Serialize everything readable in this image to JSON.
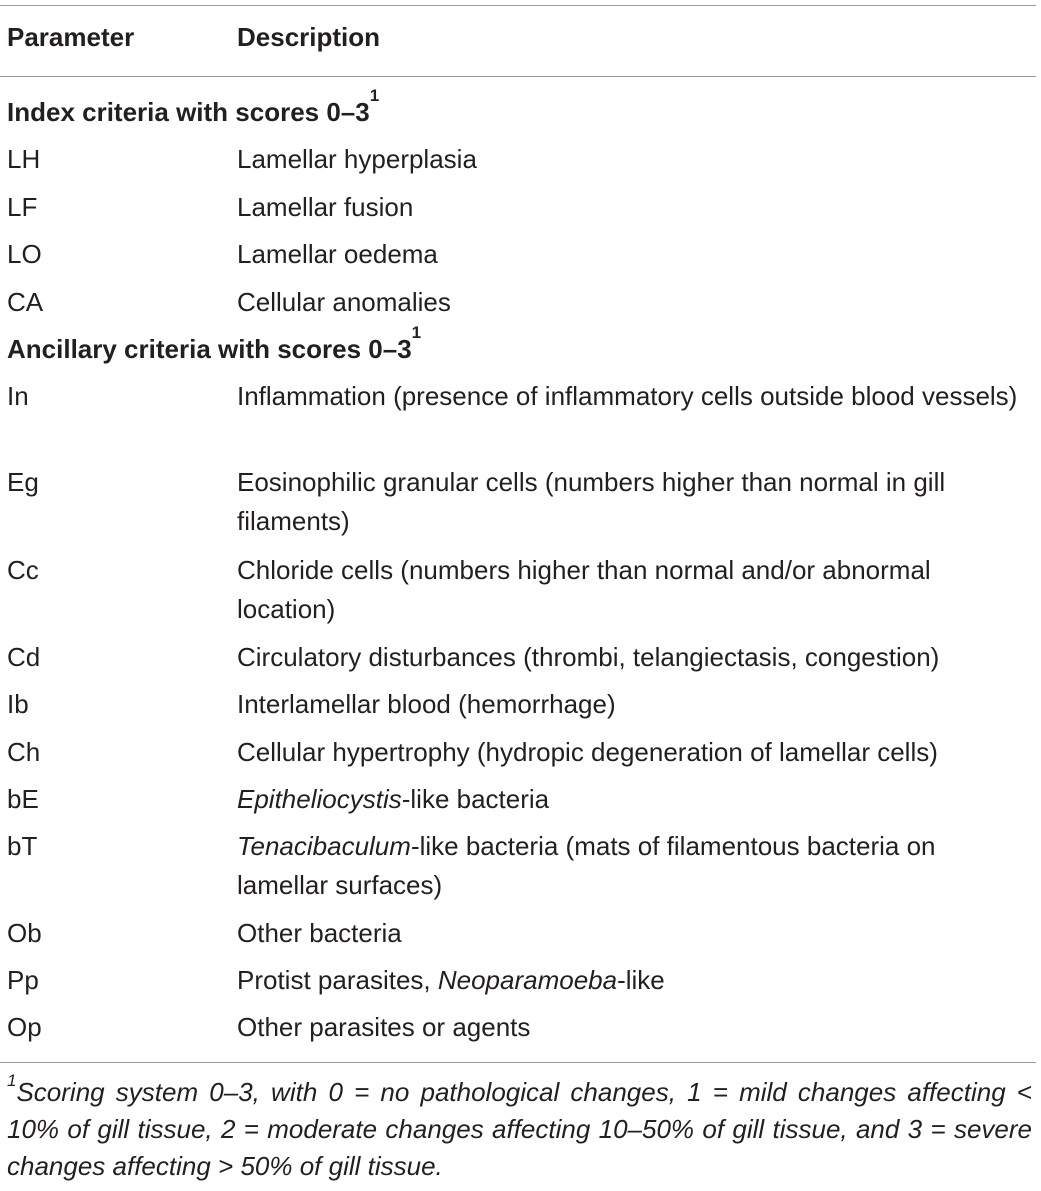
{
  "header": {
    "parameter": "Parameter",
    "description": "Description"
  },
  "sections": [
    {
      "title": "Index criteria with scores 0–3",
      "title_sup": "1",
      "rows": [
        {
          "param": "LH",
          "desc": "Lamellar hyperplasia"
        },
        {
          "param": "LF",
          "desc": "Lamellar fusion"
        },
        {
          "param": "LO",
          "desc": "Lamellar oedema"
        },
        {
          "param": "CA",
          "desc": "Cellular anomalies"
        }
      ]
    },
    {
      "title": "Ancillary criteria with scores 0–3",
      "title_sup": "1",
      "rows": [
        {
          "param": "In",
          "desc": "Inflammation (presence of inflammatory cells outside blood vessels)"
        },
        {
          "param": "Eg",
          "desc": "Eosinophilic granular cells (numbers higher than normal in gill filaments)"
        },
        {
          "param": "Cc",
          "desc": "Chloride cells (numbers higher than normal and/or abnormal location)"
        },
        {
          "param": "Cd",
          "desc": "Circulatory disturbances (thrombi, telangiectasis, congestion)"
        },
        {
          "param": "Ib",
          "desc": "Interlamellar blood (hemorrhage)"
        },
        {
          "param": "Ch",
          "desc": "Cellular hypertrophy (hydropic degeneration of lamellar cells)"
        },
        {
          "param": "bE",
          "desc_italic": "Epitheliocystis",
          "desc": "-like bacteria"
        },
        {
          "param": "bT",
          "desc_italic": "Tenacibaculum",
          "desc": "-like bacteria (mats of filamentous bacteria on lamellar surfaces)"
        },
        {
          "param": "Ob",
          "desc": "Other bacteria"
        },
        {
          "param": "Pp",
          "desc_prefix": "Protist parasites, ",
          "desc_italic": "Neoparamoeba",
          "desc": "-like"
        },
        {
          "param": "Op",
          "desc": "Other parasites or agents"
        }
      ]
    }
  ],
  "footnote": {
    "marker": "1",
    "text": "Scoring system 0–3, with 0 = no pathological changes, 1 = mild changes affecting < 10% of gill tissue, 2 = moderate changes affecting 10–50% of gill tissue, and 3 = severe changes affecting > 50% of gill tissue."
  }
}
